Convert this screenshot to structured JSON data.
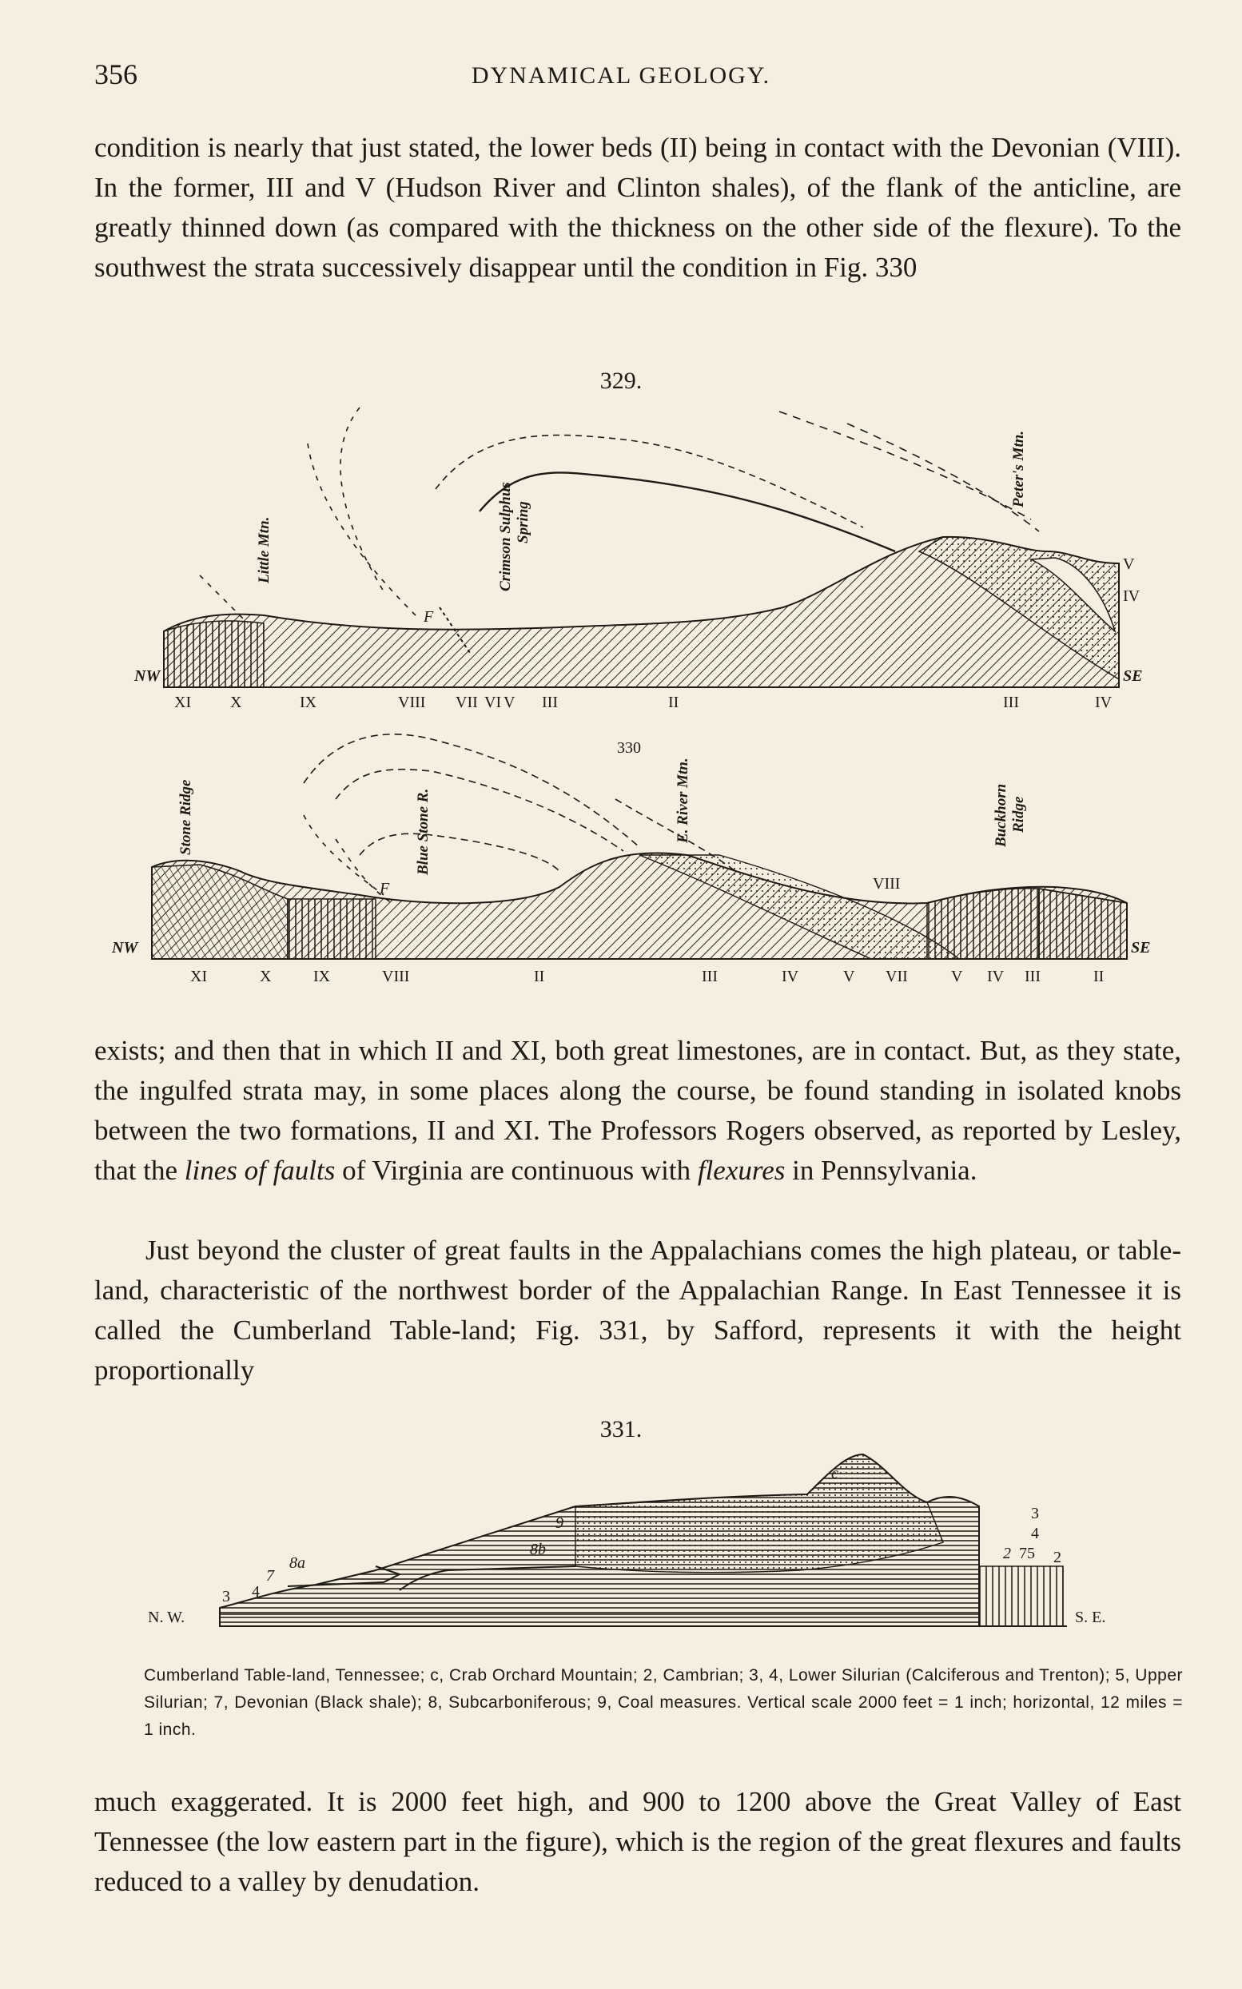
{
  "header": {
    "page_number": "356",
    "running_title": "DYNAMICAL GEOLOGY."
  },
  "paragraphs": {
    "p1": "condition is nearly that just stated, the lower beds (II) being in contact with the Devonian (VIII). In the former, III and V (Hudson River and Clinton shales), of the flank of the anticline, are greatly thinned down (as compared with the thickness on the other side of the flexure). To the southwest the strata successively disappear until the condition in Fig. 330",
    "p2_a": "exists; and then that in which II and XI, both great limestones, are in contact. But, as they state, the ingulfed strata may, in some places along the course, be found standing in isolated knobs between the two formations, II and XI. The Professors Rogers observed, as reported by Lesley, that the ",
    "p2_em1": "lines of faults",
    "p2_b": " of Virginia are continuous with ",
    "p2_em2": "flexures",
    "p2_c": " in Pennsylvania.",
    "p3": "Just beyond the cluster of great faults in the Appalachians comes the high plateau, or table-land, characteristic of the northwest border of the Appalachian Range. In East Tennessee it is called the Cumberland Table-land; Fig. 331, by Safford, represents it with the height proportionally",
    "p4": "much exaggerated. It is 2000 feet high, and 900 to 1200 above the Great Valley of East Tennessee (the low eastern part in the figure), which is the region of the great flexures and faults reduced to a valley by denudation."
  },
  "fig329": {
    "number": "329.",
    "nw": "NW",
    "se": "SE",
    "fault": "F",
    "mountains": {
      "little": "Little Mtn.",
      "crimson": "Crimson Sulphus",
      "spring": "Spring",
      "peters": "Peter's Mtn."
    },
    "right_labels": {
      "v": "V",
      "iv": "IV"
    },
    "bottom_labels": [
      "XI",
      "X",
      "IX",
      "VIII",
      "VII",
      "VI",
      "V",
      "III",
      "II",
      "III",
      "IV"
    ]
  },
  "fig330": {
    "number": "330",
    "nw": "NW",
    "se": "SE",
    "fault": "F",
    "viii_mid": "VIII",
    "mountains": {
      "stone": "Stone Ridge",
      "blue": "Blue Stone R.",
      "eriver": "E. River Mtn.",
      "buckhorn": "Buckhorn",
      "ridge": "Ridge"
    },
    "bottom_labels": [
      "XI",
      "X",
      "IX",
      "VIII",
      "II",
      "III",
      "IV",
      "V",
      "VII",
      "V",
      "IV",
      "III",
      "II"
    ]
  },
  "fig331": {
    "number": "331.",
    "nw": "N. W.",
    "se": "S. E.",
    "labels": {
      "c": "c",
      "9": "9",
      "8b": "8b",
      "8a": "8a",
      "7": "7",
      "3": "3",
      "4": "4",
      "3r": "3",
      "4r": "4",
      "2": "2",
      "75": "75",
      "2r": "2"
    },
    "caption": "Cumberland Table-land, Tennessee; c, Crab Orchard Mountain; 2, Cambrian; 3, 4, Lower Silurian (Calciferous and Trenton); 5, Upper Silurian; 7, Devonian (Black shale); 8, Subcarboniferous; 9, Coal measures. Vertical scale 2000 feet = 1 inch; horizontal, 12 miles = 1 inch."
  }
}
